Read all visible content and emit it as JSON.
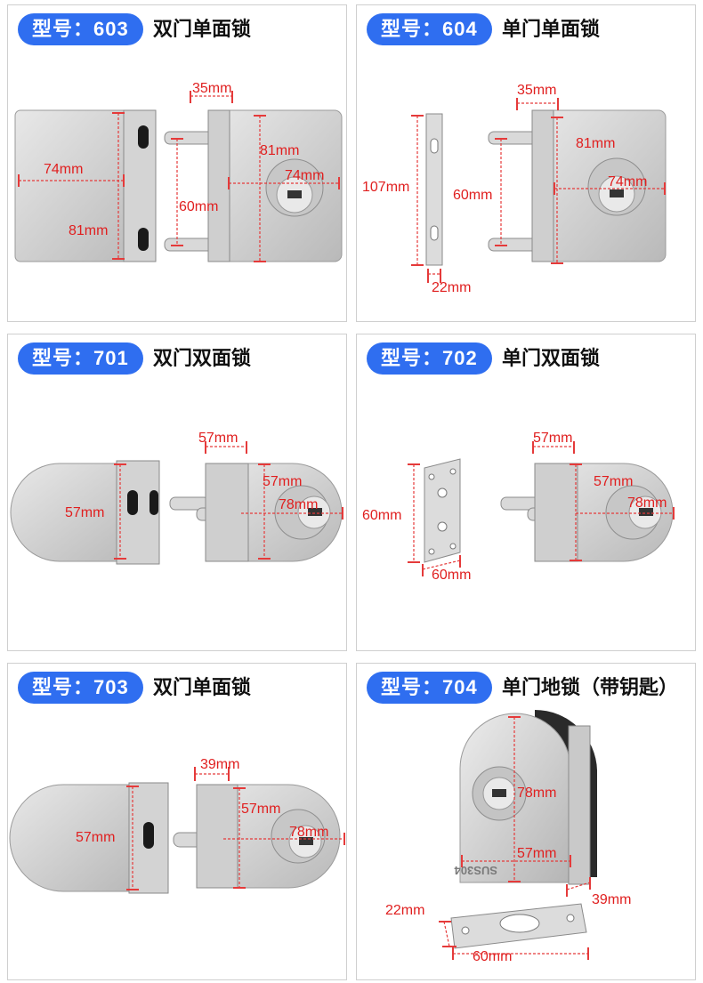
{
  "label_prefix": "型号：",
  "steel_mark": "SUS304",
  "colors": {
    "pill": "#2f6ef0",
    "dimension": "#e01f1f",
    "steel": "#bfbfbf"
  },
  "cells": [
    {
      "model": "型号：603",
      "desc": "双门单面锁",
      "dims": {
        "a": "35mm",
        "b": "74mm",
        "c": "81mm",
        "d": "81mm",
        "e": "74mm",
        "f": "60mm"
      }
    },
    {
      "model": "型号：604",
      "desc": "单门单面锁",
      "dims": {
        "a": "35mm",
        "b": "107mm",
        "c": "22mm",
        "d": "60mm",
        "e": "81mm",
        "f": "74mm"
      }
    },
    {
      "model": "型号：701",
      "desc": "双门双面锁",
      "dims": {
        "a": "57mm",
        "b": "57mm",
        "c": "57mm",
        "d": "78mm"
      }
    },
    {
      "model": "型号：702",
      "desc": "单门双面锁",
      "dims": {
        "a": "57mm",
        "b": "60mm",
        "c": "60mm",
        "d": "57mm",
        "e": "78mm"
      }
    },
    {
      "model": "型号：703",
      "desc": "双门单面锁",
      "dims": {
        "a": "39mm",
        "b": "57mm",
        "c": "57mm",
        "d": "78mm"
      }
    },
    {
      "model": "型号：704",
      "desc": "单门地锁（带钥匙）",
      "dims": {
        "a": "78mm",
        "b": "57mm",
        "c": "39mm",
        "d": "22mm",
        "e": "60mm"
      }
    }
  ]
}
